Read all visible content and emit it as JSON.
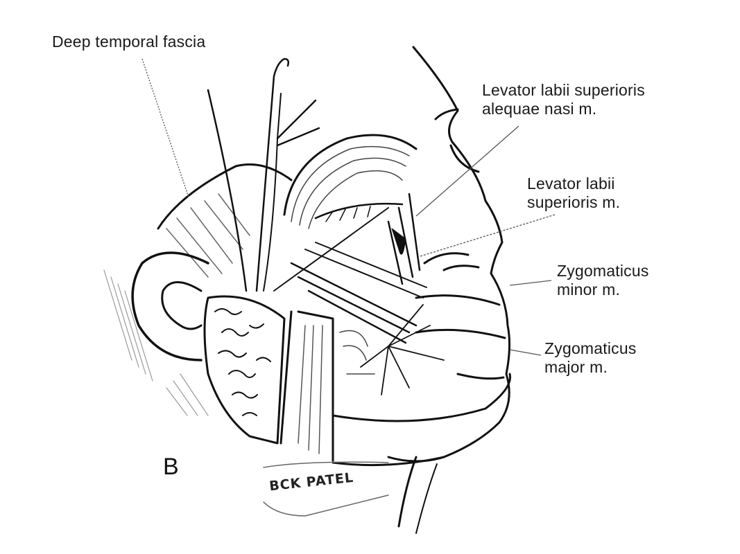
{
  "figure": {
    "panel_letter": "B",
    "signature": "BCK PATEL",
    "colors": {
      "ink": "#111111",
      "leader": "#555555",
      "background": "#ffffff"
    }
  },
  "labels": [
    {
      "id": "deep-temporal-fascia",
      "lines": [
        "Deep temporal fascia"
      ]
    },
    {
      "id": "levator-labii-superioris-alaeque-nasi",
      "lines": [
        "Levator labii superioris",
        "alequae nasi m."
      ]
    },
    {
      "id": "levator-labii-superioris",
      "lines": [
        "Levator labii",
        "superioris m."
      ]
    },
    {
      "id": "zygomaticus-minor",
      "lines": [
        "Zygomaticus",
        "minor m."
      ]
    },
    {
      "id": "zygomaticus-major",
      "lines": [
        "Zygomaticus",
        "major m."
      ]
    }
  ]
}
